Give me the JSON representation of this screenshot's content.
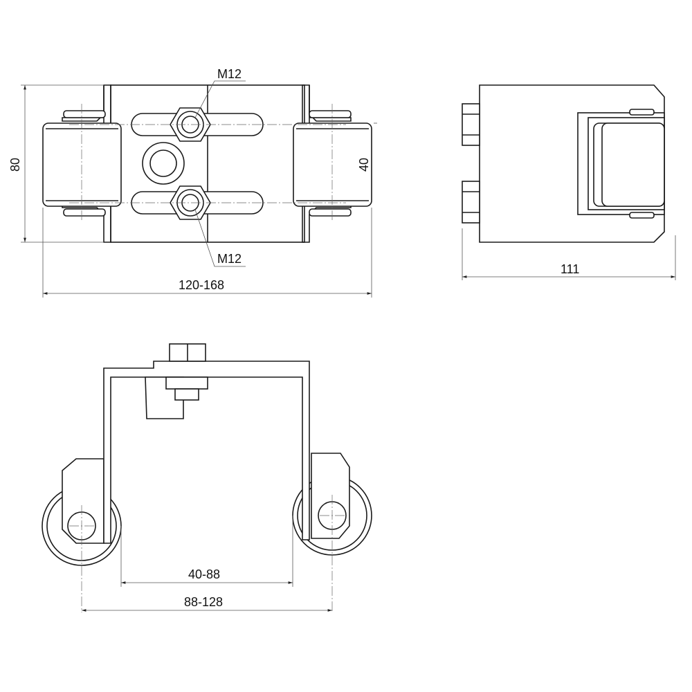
{
  "labels": {
    "thread_top": "M12",
    "thread_bottom": "M12",
    "height": "80",
    "roller_height": "40",
    "width_range": "120-168",
    "depth": "111",
    "inner_span": "40-88",
    "wheel_span": "88-128"
  },
  "colors": {
    "line": "#1a1a1a",
    "background": "#ffffff"
  }
}
